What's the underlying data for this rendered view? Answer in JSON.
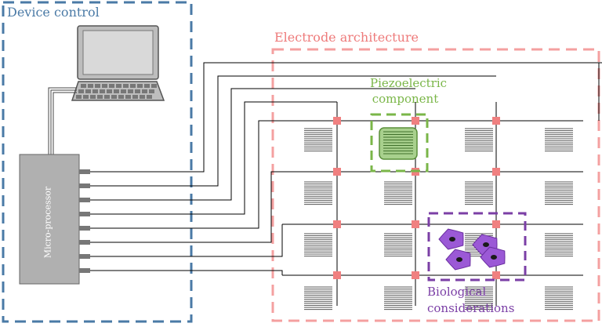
{
  "regions": {
    "device_control": {
      "label": "Device control",
      "color": "#4a7aa6"
    },
    "electrode_architecture": {
      "label": "Electrode architecture",
      "color": "#ee7b7b"
    },
    "piezoelectric": {
      "label_line1": "Piezoelectric",
      "label_line2": "component",
      "color": "#7ab648"
    },
    "biological": {
      "label_line1": "Biological",
      "label_line2": "considerations",
      "color": "#7b3fa6"
    }
  },
  "devices": {
    "microprocessor_label": "Micro-processor",
    "computer_icon": "laptop-computer-icon"
  },
  "colors": {
    "junction": "#f08080",
    "cell": "#9b59d6",
    "wire": "#000000",
    "electrode_line": "#555555"
  }
}
